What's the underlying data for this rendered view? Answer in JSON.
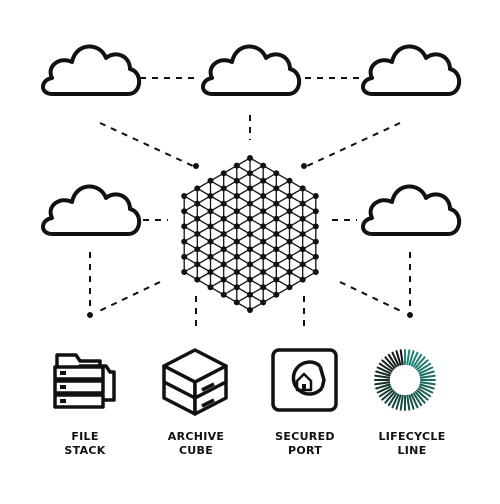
{
  "diagram": {
    "clouds": [
      {
        "id": "cloud-top-left"
      },
      {
        "id": "cloud-top-center"
      },
      {
        "id": "cloud-top-right"
      },
      {
        "id": "cloud-mid-left"
      },
      {
        "id": "cloud-mid-right"
      }
    ],
    "hub": {
      "id": "mesh-hexagon-hub"
    },
    "items": [
      {
        "id": "file-stack",
        "icon": "file-stack-icon",
        "label_line1": "FILE",
        "label_line2": "STACK"
      },
      {
        "id": "archive-cube",
        "icon": "archive-cube-icon",
        "label_line1": "ARCHIVE",
        "label_line2": "CUBE"
      },
      {
        "id": "secured-port",
        "icon": "secured-port-icon",
        "label_line1": "SECURED",
        "label_line2": "PORT"
      },
      {
        "id": "lifecycle-line",
        "icon": "lifecycle-ring-icon",
        "label_line1": "LIFECYCLE",
        "label_line2": "LINE"
      }
    ],
    "colors": {
      "stroke": "#111111",
      "accent": "#1f8a7a",
      "background": "#ffffff"
    }
  }
}
